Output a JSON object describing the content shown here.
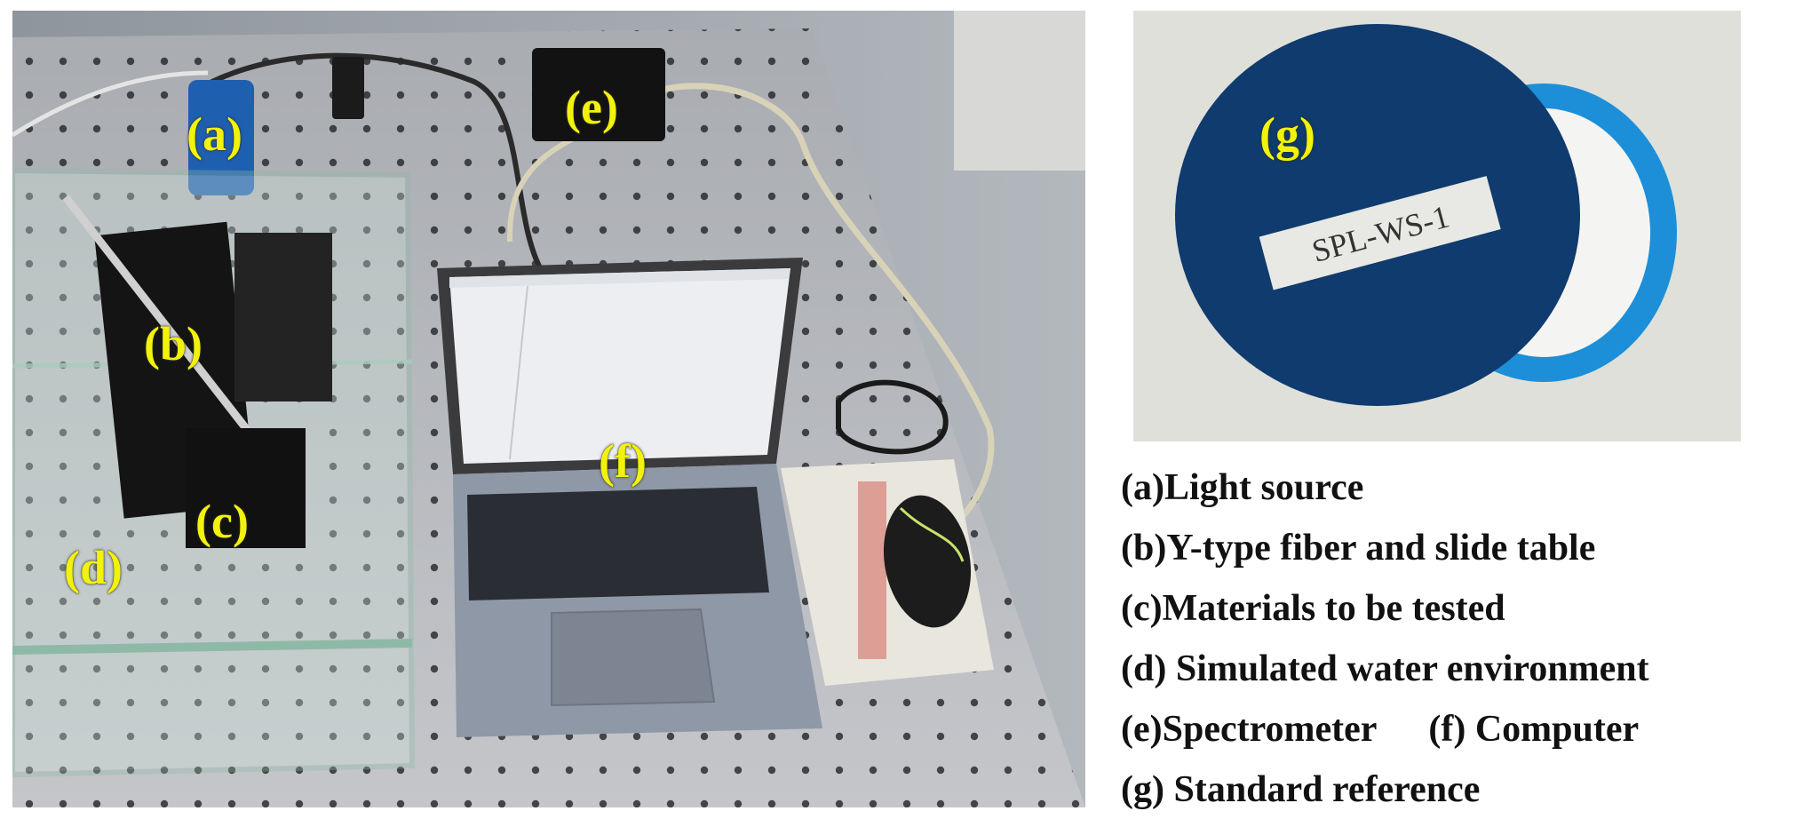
{
  "photo_labels": {
    "a": "(a)",
    "b": "(b)",
    "c": "(c)",
    "d": "(d)",
    "e": "(e)",
    "f": "(f)",
    "g": "(g)"
  },
  "reference_sticker": "SPL-WS-1",
  "legend": {
    "a": "(a)Light source",
    "b": "(b)Y-type fiber and slide table",
    "c": "(c)Materials to be tested",
    "d": "(d) Simulated water environment",
    "e": "(e)Spectrometer",
    "f": "(f) Computer",
    "g": "(g) Standard reference"
  },
  "colors": {
    "label_yellow": "#f2f20a",
    "bench": "#b9bcc1",
    "cap_blue": "#0f3b6e",
    "ring_blue": "#1c8fd8"
  }
}
